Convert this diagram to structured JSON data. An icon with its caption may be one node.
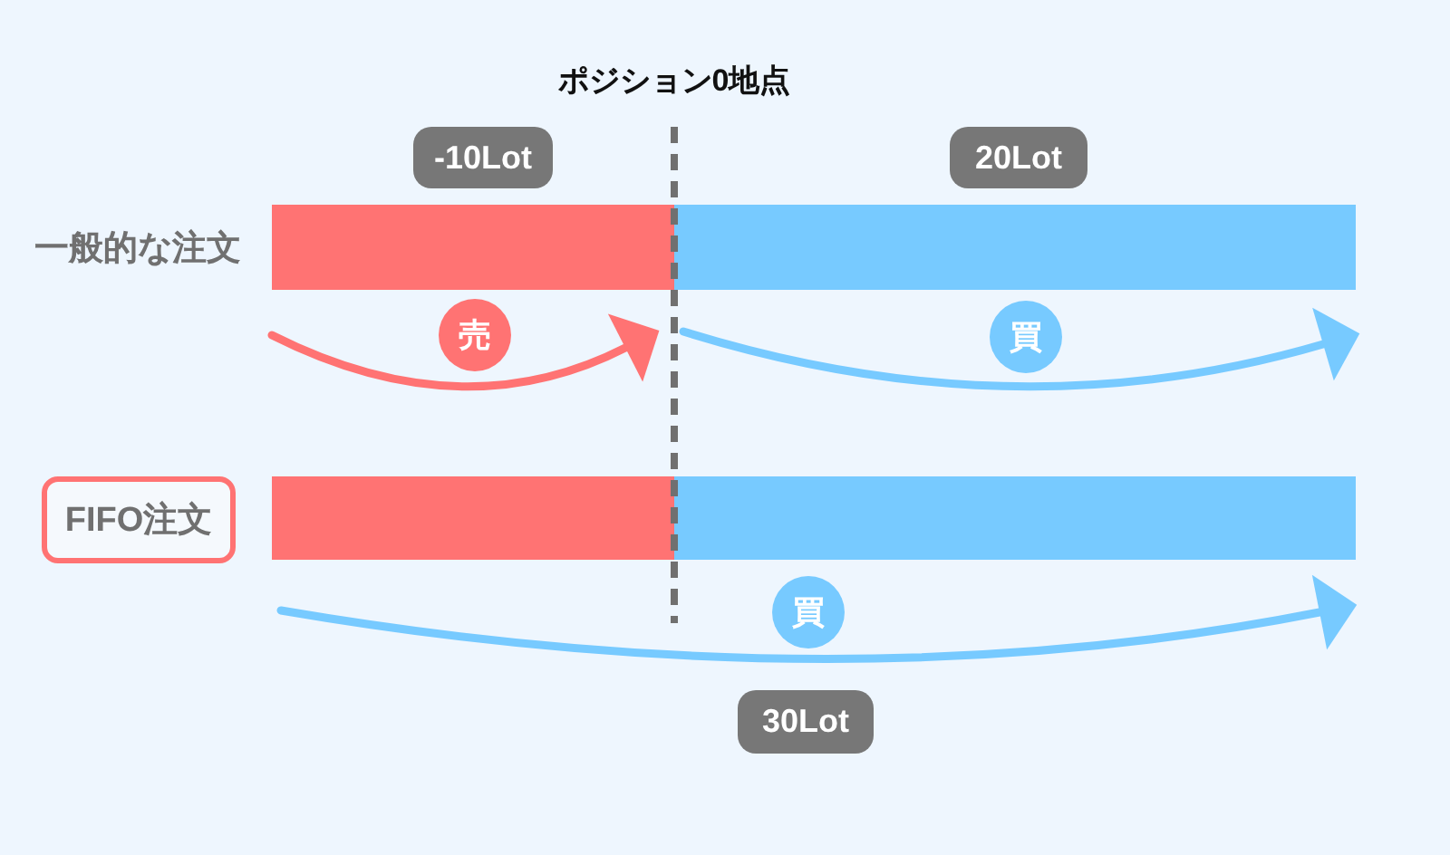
{
  "diagram": {
    "nodes": [
      {
        "text": [
          "-10Lot"
        ]
      },
      {
        "text": [
          "20Lot"
        ]
      },
      {
        "text": [],
        "shape": "bar"
      },
      {
        "text": [],
        "shape": "bar"
      },
      {
        "text": [
          "売"
        ]
      },
      {
        "text": [
          "買"
        ]
      },
      {
        "text": [
          "FIFO注文"
        ]
      },
      {
        "text": [],
        "shape": "bar"
      },
      {
        "text": [],
        "shape": "bar"
      },
      {
        "text": [
          "買"
        ]
      },
      {
        "text": [
          "30Lot"
        ]
      }
    ],
    "labels": [
      "ポジション0地点",
      "一般的な注文"
    ]
  }
}
